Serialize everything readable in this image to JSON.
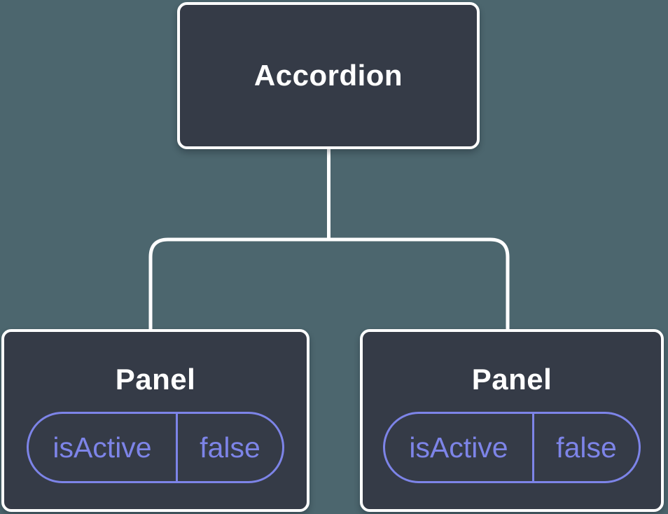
{
  "tree": {
    "root": {
      "label": "Accordion"
    },
    "children": [
      {
        "label": "Panel",
        "state": {
          "key": "isActive",
          "value": "false"
        }
      },
      {
        "label": "Panel",
        "state": {
          "key": "isActive",
          "value": "false"
        }
      }
    ]
  },
  "colors": {
    "background": "#4c666e",
    "node_fill": "#353b47",
    "node_border": "#ffffff",
    "node_text": "#ffffff",
    "connector": "#ffffff",
    "state_accent": "#7d84e8"
  }
}
